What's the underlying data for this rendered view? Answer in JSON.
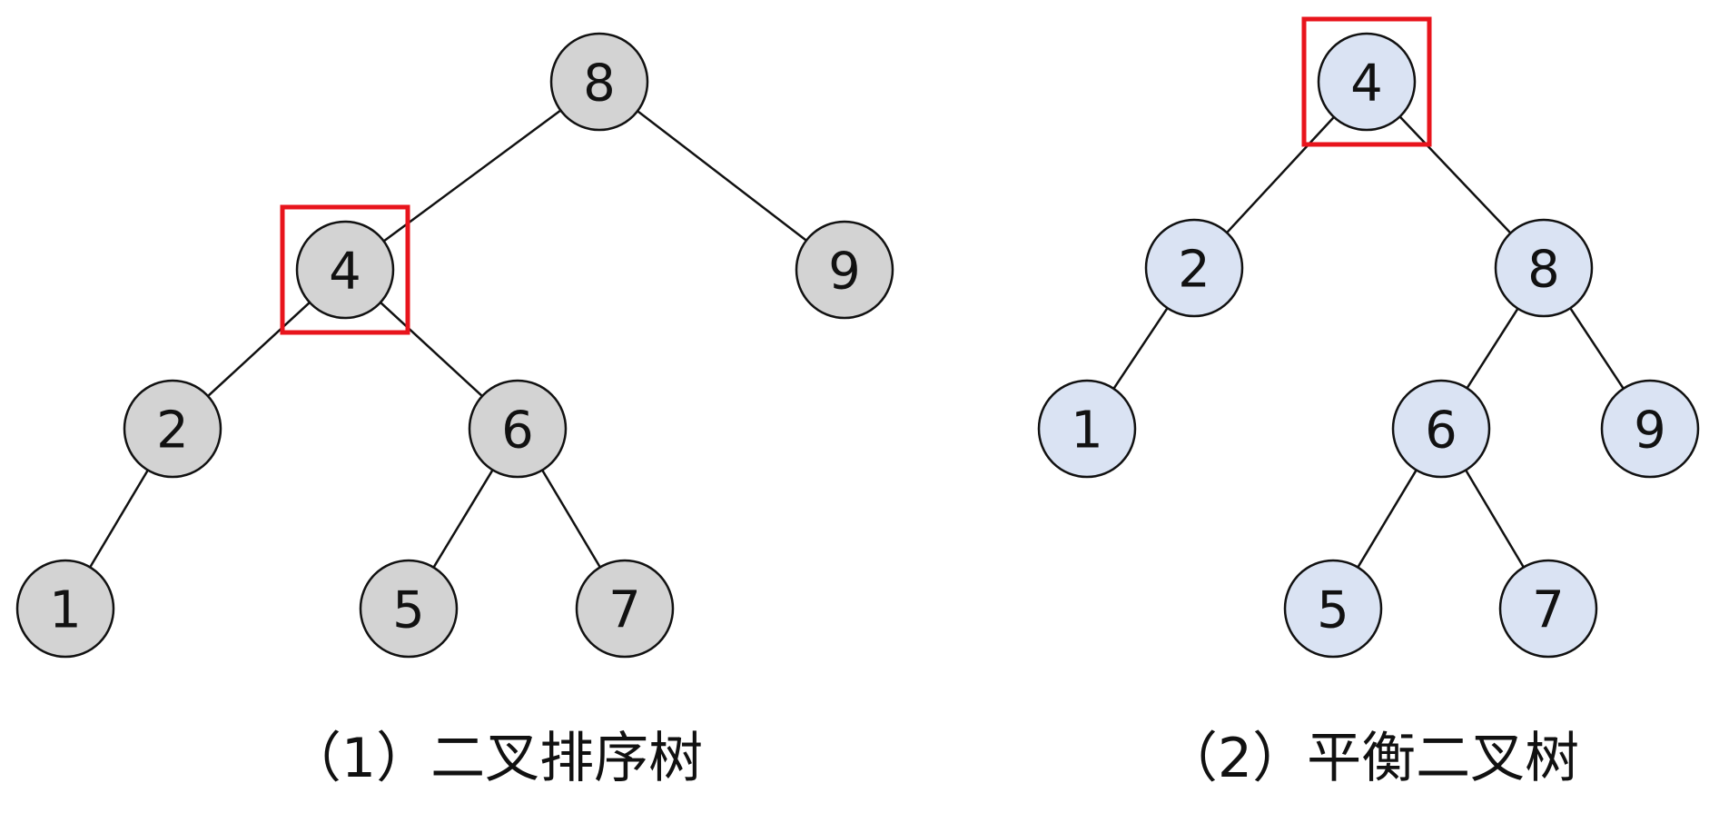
{
  "trees": [
    {
      "id": "bst",
      "caption": "（1）二叉排序树",
      "node_fill": "#d3d3d3",
      "highlight": "4",
      "nodes": [
        "8",
        "4",
        "9",
        "2",
        "6",
        "1",
        "5",
        "7"
      ],
      "edges": [
        [
          "8",
          "4"
        ],
        [
          "8",
          "9"
        ],
        [
          "4",
          "2"
        ],
        [
          "4",
          "6"
        ],
        [
          "2",
          "1"
        ],
        [
          "6",
          "5"
        ],
        [
          "6",
          "7"
        ]
      ]
    },
    {
      "id": "avl",
      "caption": "（2）平衡二叉树",
      "node_fill": "#dae3f3",
      "highlight": "4",
      "nodes": [
        "4",
        "2",
        "8",
        "1",
        "6",
        "9",
        "5",
        "7"
      ],
      "edges": [
        [
          "4",
          "2"
        ],
        [
          "4",
          "8"
        ],
        [
          "2",
          "1"
        ],
        [
          "8",
          "6"
        ],
        [
          "8",
          "9"
        ],
        [
          "6",
          "5"
        ],
        [
          "6",
          "7"
        ]
      ]
    }
  ],
  "colors": {
    "stroke": "#111111",
    "highlight_box": "#e8141c"
  }
}
